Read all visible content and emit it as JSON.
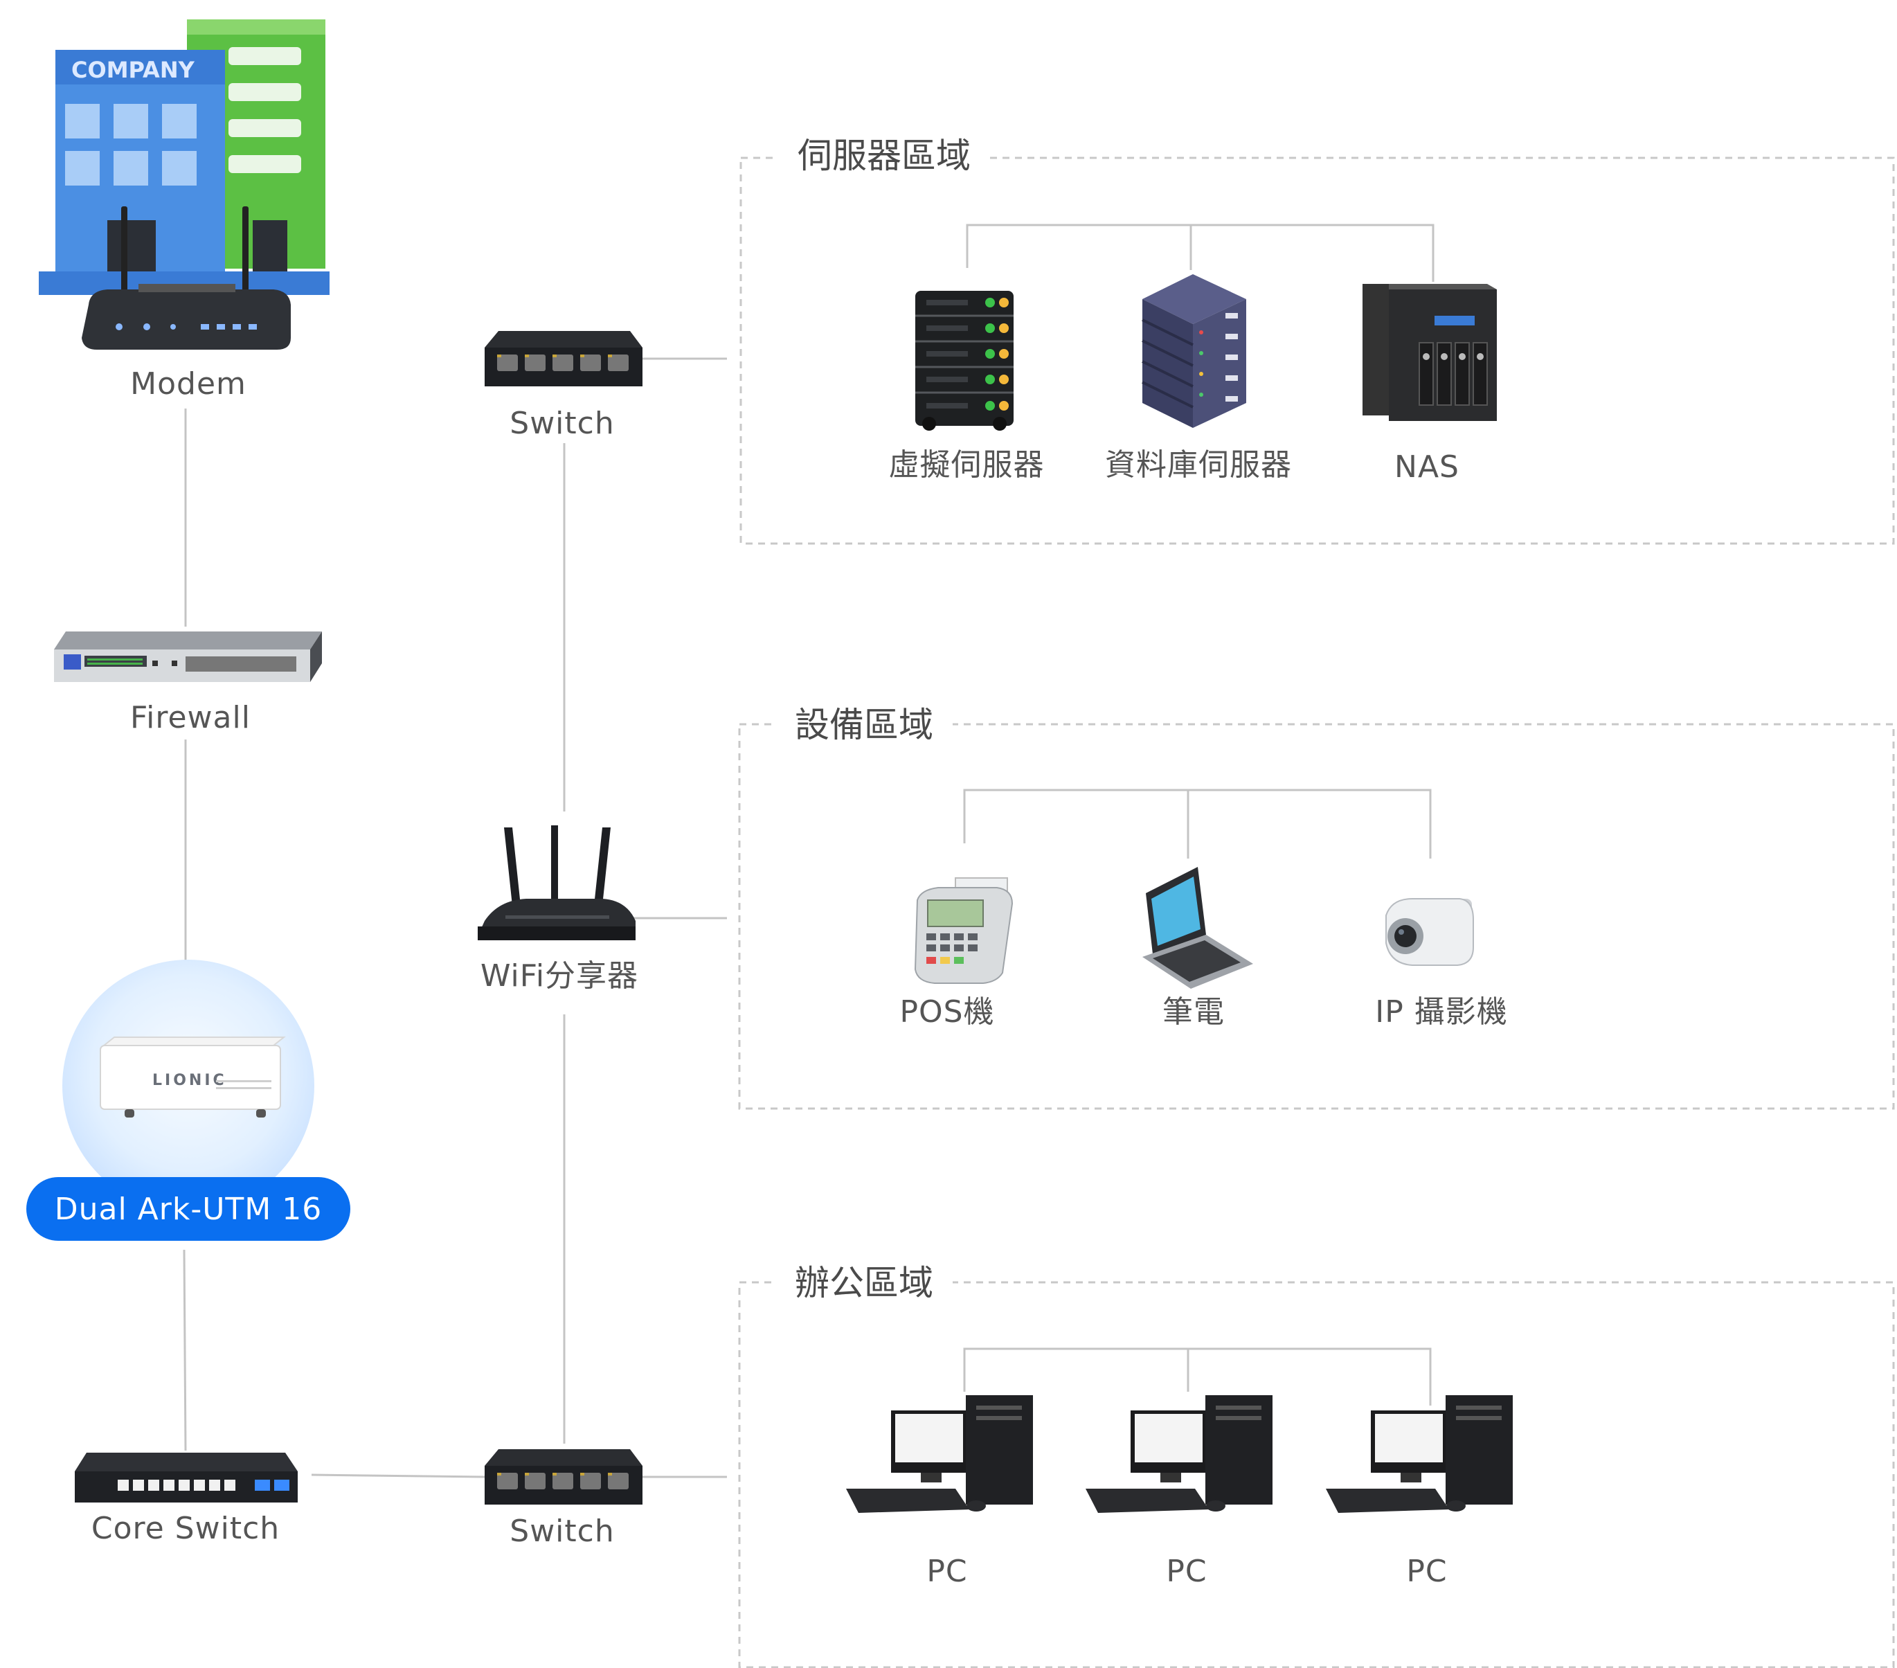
{
  "devices": {
    "modem": "Modem",
    "firewall": "Firewall",
    "utm": "Dual Ark-UTM 16",
    "core_switch": "Core Switch",
    "switch_top": "Switch",
    "wifi": "WiFi分享器",
    "switch_bottom": "Switch"
  },
  "building_text": "COMPANY",
  "utm_brand": "LIONIC",
  "zones": {
    "server": {
      "title": "伺服器區域",
      "items": [
        "虛擬伺服器",
        "資料庫伺服器",
        "NAS"
      ]
    },
    "equipment": {
      "title": "設備區域",
      "items": [
        "POS機",
        "筆電",
        "IP 攝影機"
      ]
    },
    "office": {
      "title": "辦公區域",
      "items": [
        "PC",
        "PC",
        "PC"
      ]
    }
  },
  "colors": {
    "accent": "#0a6ff0",
    "line": "#bfbfbf",
    "zone_border": "#c8c8c8"
  }
}
